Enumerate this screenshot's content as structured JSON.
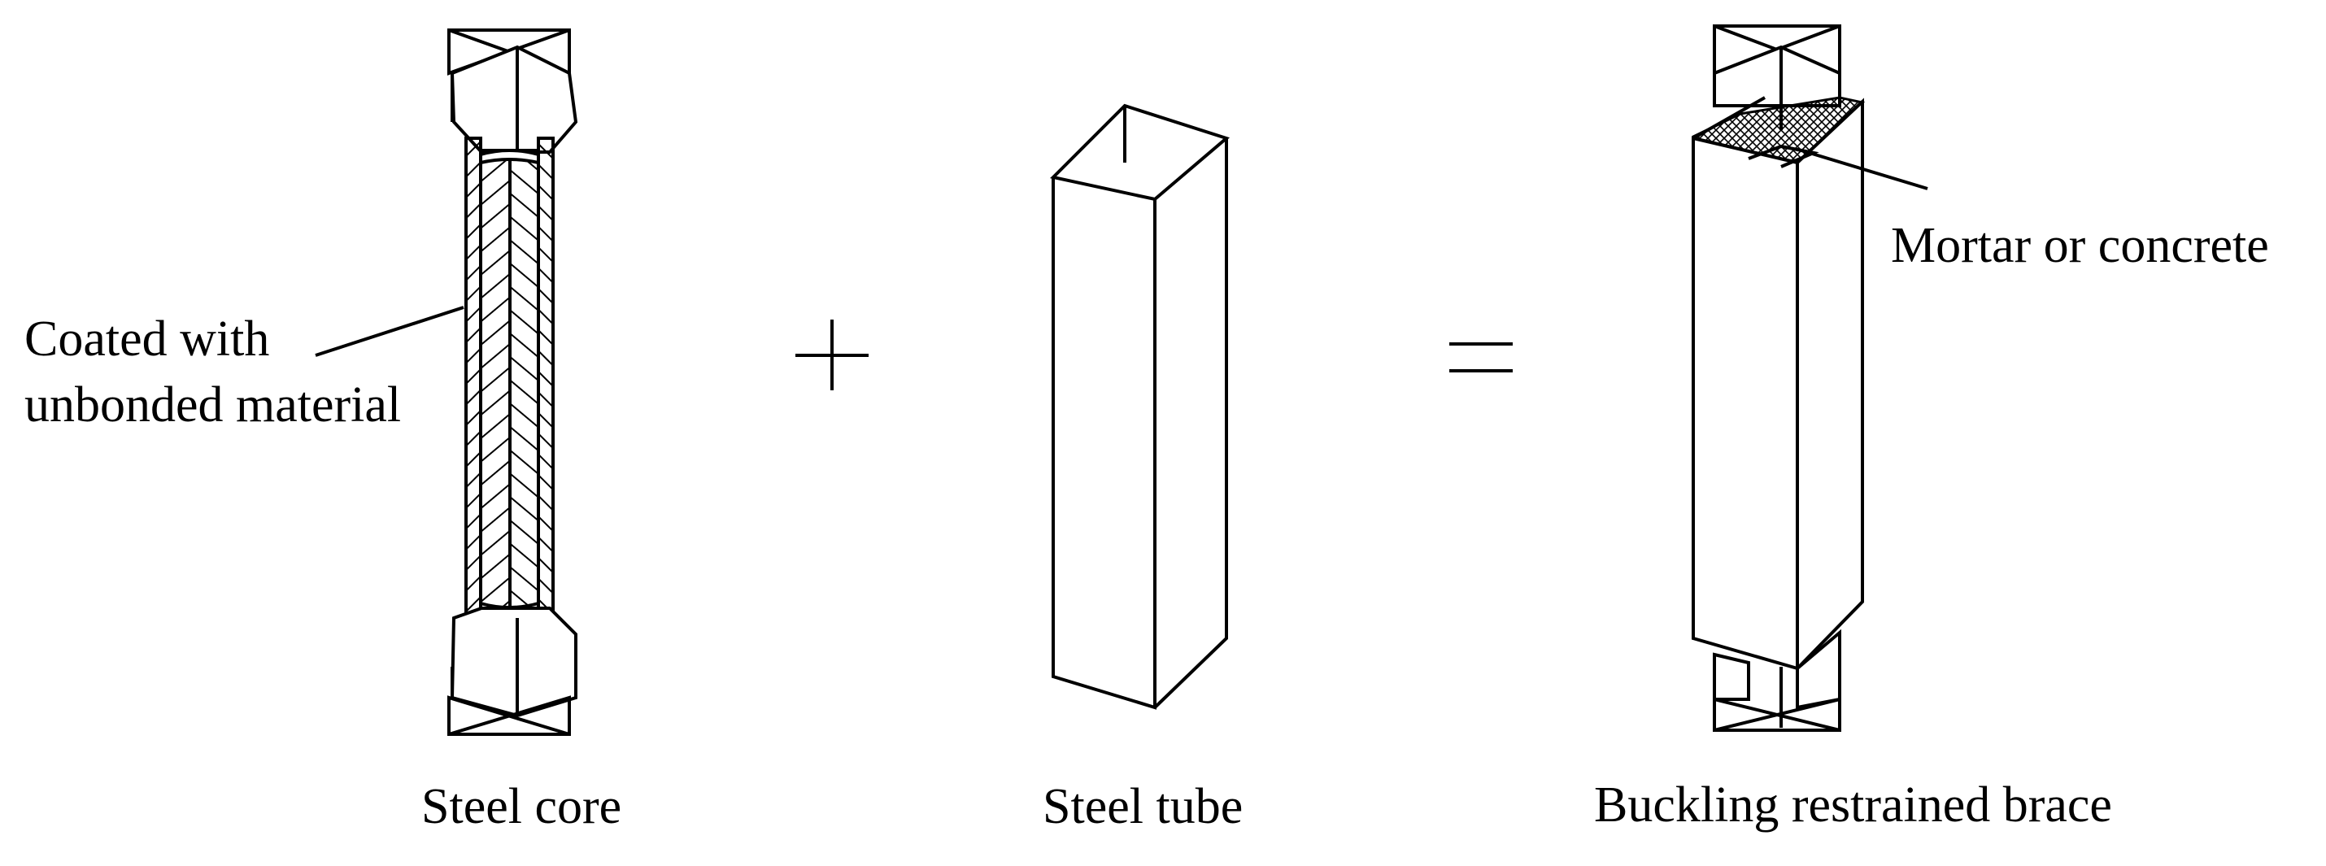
{
  "labels": {
    "coating_line1": "Coated with",
    "coating_line2": "unbonded material",
    "plus_sign": "+",
    "equals_sign": "=",
    "mortar": "Mortar or concrete",
    "steel_core": "Steel core",
    "steel_tube": "Steel tube",
    "brace": "Buckling restrained brace"
  },
  "colors": {
    "ink": "#000000",
    "background": "#ffffff"
  }
}
